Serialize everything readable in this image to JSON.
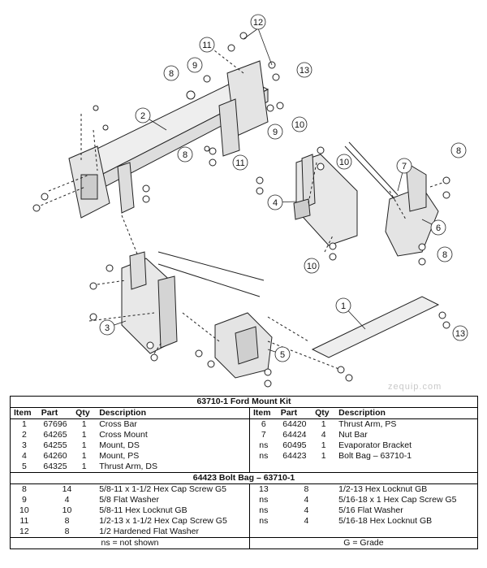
{
  "watermark": "zequip.com",
  "callouts": [
    "1",
    "2",
    "3",
    "4",
    "5",
    "6",
    "7",
    "8",
    "9",
    "10",
    "11",
    "12",
    "13"
  ],
  "kit": {
    "title": "63710-1  Ford Mount Kit",
    "headers": [
      "Item",
      "Part",
      "Qty",
      "Description",
      "Item",
      "Part",
      "Qty",
      "Description"
    ],
    "rows": [
      [
        [
          "1",
          "67696",
          "1",
          "Cross Bar"
        ],
        [
          "6",
          "64420",
          "1",
          "Thrust Arm, PS"
        ]
      ],
      [
        [
          "2",
          "64265",
          "1",
          "Cross Mount"
        ],
        [
          "7",
          "64424",
          "4",
          "Nut Bar"
        ]
      ],
      [
        [
          "3",
          "64255",
          "1",
          "Mount, DS"
        ],
        [
          "ns",
          "60495",
          "1",
          "Evaporator Bracket"
        ]
      ],
      [
        [
          "4",
          "64260",
          "1",
          "Mount, PS"
        ],
        [
          "ns",
          "64423",
          "1",
          "Bolt Bag – 63710-1"
        ]
      ],
      [
        [
          "5",
          "64325",
          "1",
          "Thrust Arm, DS"
        ],
        [
          "",
          "",
          "",
          ""
        ]
      ]
    ]
  },
  "bolt_bag": {
    "title": "64423  Bolt Bag – 63710-1",
    "rows": [
      [
        [
          "8",
          "14",
          "5/8-11 x 1-1/2 Hex Cap Screw G5"
        ],
        [
          "13",
          "8",
          "1/2-13 Hex Locknut GB"
        ]
      ],
      [
        [
          "9",
          "4",
          "5/8 Flat Washer"
        ],
        [
          "ns",
          "4",
          "5/16-18 x 1 Hex Cap Screw G5"
        ]
      ],
      [
        [
          "10",
          "10",
          "5/8-11 Hex Locknut GB"
        ],
        [
          "ns",
          "4",
          "5/16 Flat Washer"
        ]
      ],
      [
        [
          "11",
          "8",
          "1/2-13 x 1-1/2 Hex Cap Screw G5"
        ],
        [
          "ns",
          "4",
          "5/16-18 Hex Locknut GB"
        ]
      ],
      [
        [
          "12",
          "8",
          "1/2 Hardened Flat Washer"
        ],
        [
          "",
          "",
          ""
        ]
      ]
    ]
  },
  "footer": {
    "left": "ns = not shown",
    "right": "G = Grade"
  }
}
